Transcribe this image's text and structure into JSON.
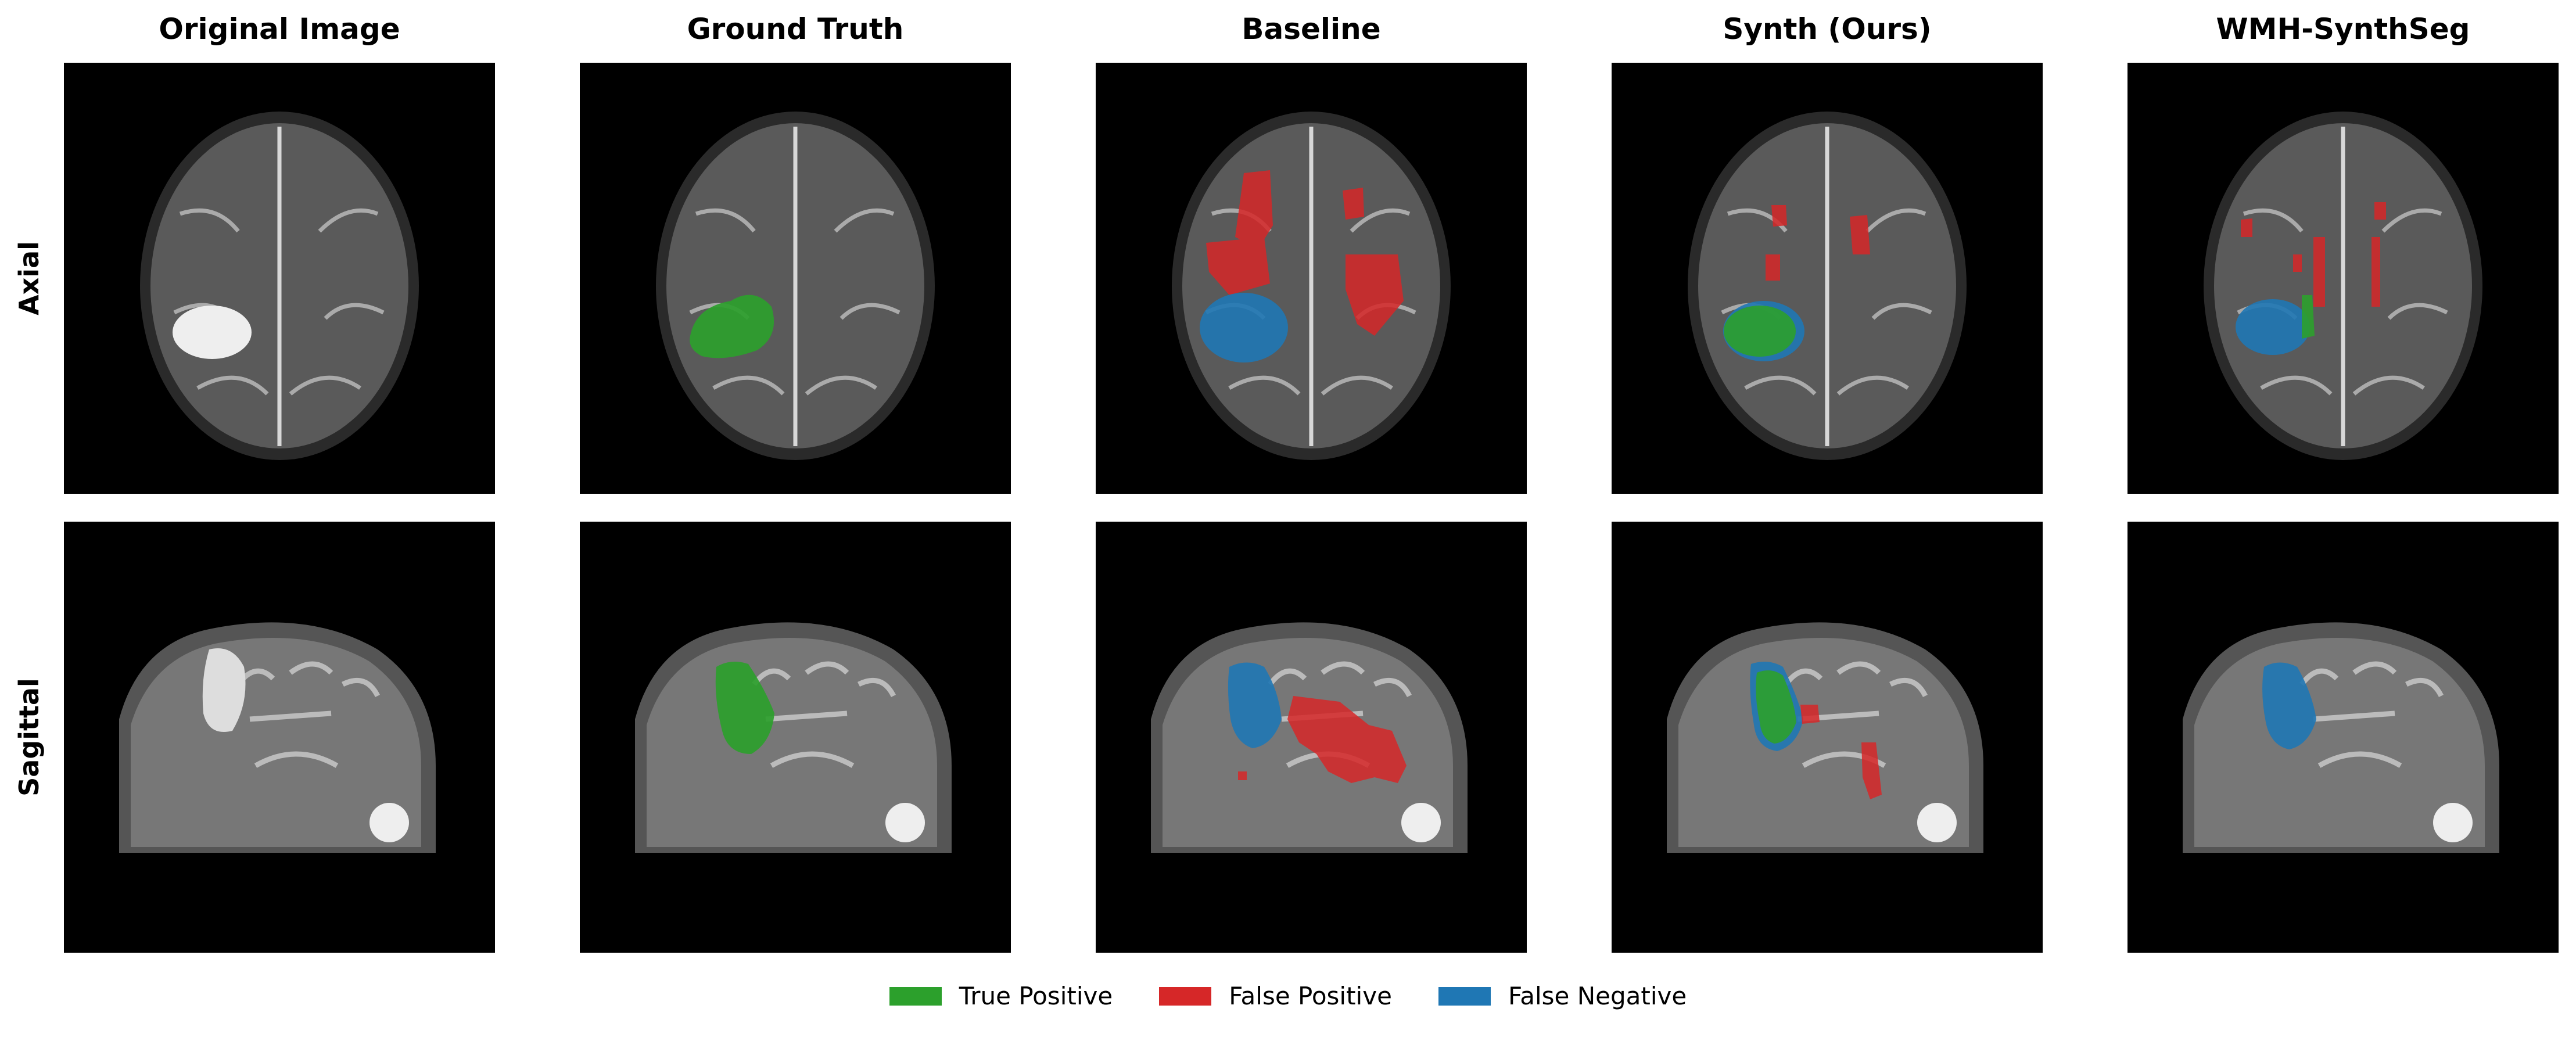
{
  "columns": [
    "Original Image",
    "Ground Truth",
    "Baseline",
    "Synth (Ours)",
    "WMH-SynthSeg"
  ],
  "rows": [
    "Axial",
    "Sagittal"
  ],
  "legend": [
    {
      "label": "True Positive",
      "color": "#2ca02c"
    },
    {
      "label": "False Positive",
      "color": "#d62728"
    },
    {
      "label": "False Negative",
      "color": "#1f77b4"
    }
  ],
  "colors": {
    "tp": "#2ca02c",
    "fp": "#d62728",
    "fn": "#1f77b4",
    "background": "#000000"
  }
}
